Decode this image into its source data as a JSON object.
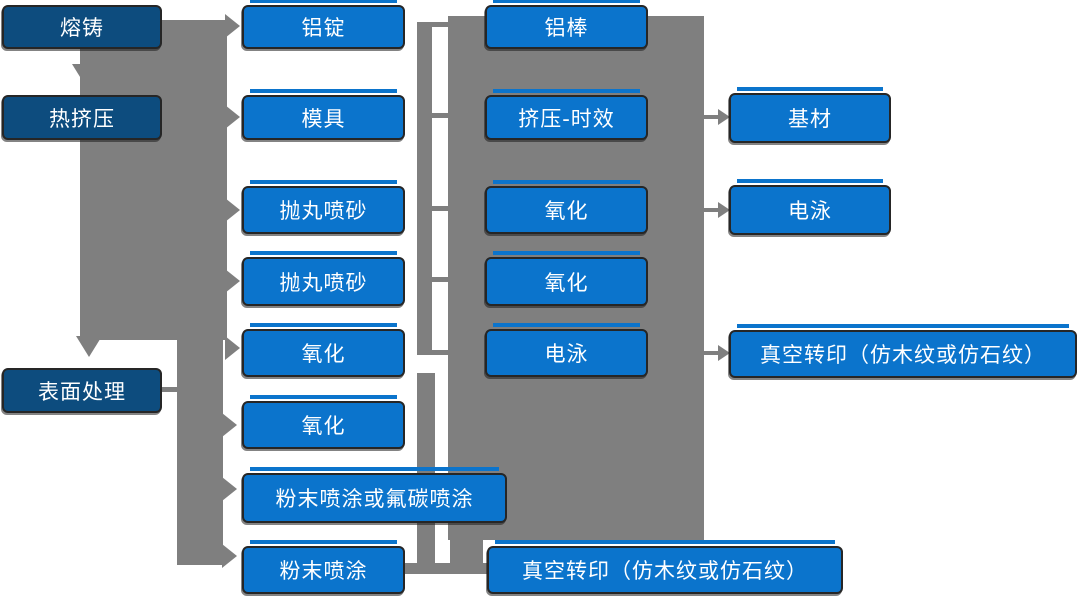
{
  "diagram": {
    "stage1": {
      "melt_casting": "熔铸",
      "hot_extrusion": "热挤压",
      "surface_treatment": "表面处理"
    },
    "stage2": {
      "aluminum_ingot": "铝锭",
      "mold": "模具",
      "shot_blasting_1": "抛丸喷砂",
      "shot_blasting_2": "抛丸喷砂",
      "oxidation_1": "氧化",
      "oxidation_2": "氧化",
      "powder_or_fluorocarbon_coating": "粉末喷涂或氟碳喷涂",
      "powder_coating": "粉末喷涂"
    },
    "stage3": {
      "aluminum_rod": "铝棒",
      "extrusion_aging": "挤压-时效",
      "oxidation_1": "氧化",
      "oxidation_2": "氧化",
      "electrophoresis": "电泳",
      "vacuum_transfer": "真空转印（仿木纹或仿石纹）"
    },
    "stage4": {
      "base_material": "基材",
      "electrophoresis": "电泳",
      "vacuum_transfer": "真空转印（仿木纹或仿石纹）"
    }
  },
  "colors": {
    "primary_blue": "#0b74cc",
    "dark_navy": "#0d4c7e",
    "connector_gray": "#7f7f7f",
    "box_outline": "#262626",
    "text": "#ffffff",
    "background": "#ffffff"
  }
}
